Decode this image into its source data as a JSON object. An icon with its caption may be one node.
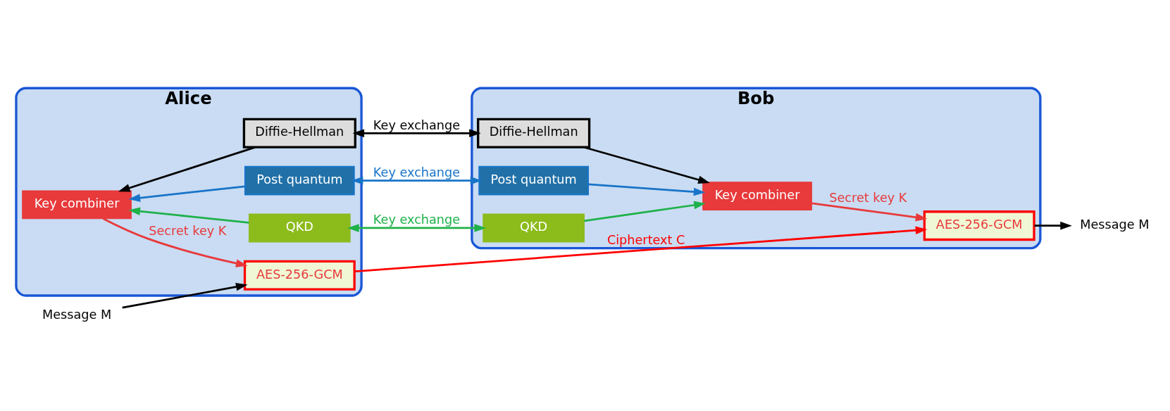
{
  "diagram": {
    "nodes": [
      {
        "text": [
          "Alice"
        ]
      },
      {
        "text": [
          "AES-256-GCM"
        ],
        "in": 0
      },
      {
        "text": [
          "Key combiner"
        ],
        "in": 0
      },
      {
        "text": [
          "Diffie-Hellman"
        ],
        "in": 0
      },
      {
        "text": [
          "Post quantum"
        ],
        "in": 0
      },
      {
        "text": [
          "QKD"
        ],
        "in": 0
      },
      {
        "text": [
          "Bob"
        ]
      },
      {
        "text": [
          "AES-256-GCM"
        ],
        "in": 6
      },
      {
        "text": [
          "Key combiner"
        ],
        "in": 6
      },
      {
        "text": [
          "Diffie-Hellman"
        ],
        "in": 6
      },
      {
        "text": [
          "Post quantum"
        ],
        "in": 6
      },
      {
        "text": [
          "QKD"
        ],
        "in": 6
      },
      {
        "text": [
          "Message M"
        ]
      },
      {
        "text": [
          "Message M"
        ]
      }
    ],
    "edges": [
      {
        "from": 12,
        "to": 1,
        "arrow": "to"
      },
      {
        "from": 1,
        "to": 7,
        "arrow": "to",
        "label": "Ciphertext C",
        "color": "#ff0000"
      },
      {
        "from": 7,
        "to": 13,
        "arrow": "to"
      },
      {
        "from": 2,
        "to": 1,
        "arrow": "to",
        "label": "Secret key K",
        "color": "#e8393b"
      },
      {
        "from": 8,
        "to": 7,
        "arrow": "to",
        "label": "Secret key K",
        "color": "#e8393b"
      },
      {
        "from": 3,
        "to": 2,
        "arrow": "to"
      },
      {
        "from": 3,
        "to": 9,
        "arrow": "both",
        "label": "Key exchange"
      },
      {
        "from": 9,
        "to": 8,
        "arrow": "to"
      },
      {
        "from": 4,
        "to": 2,
        "arrow": "to",
        "color": "#1874c9"
      },
      {
        "from": 4,
        "to": 10,
        "arrow": "both",
        "label": "Key exchange",
        "color": "#1874c9"
      },
      {
        "from": 10,
        "to": 8,
        "arrow": "to",
        "color": "#1874c9"
      },
      {
        "from": 5,
        "to": 2,
        "arrow": "to",
        "color": "#1fb14a"
      },
      {
        "from": 5,
        "to": 11,
        "arrow": "both",
        "label": "Key exchange",
        "color": "#1fb14a"
      },
      {
        "from": 11,
        "to": 8,
        "arrow": "to",
        "color": "#1fb14a"
      }
    ]
  }
}
